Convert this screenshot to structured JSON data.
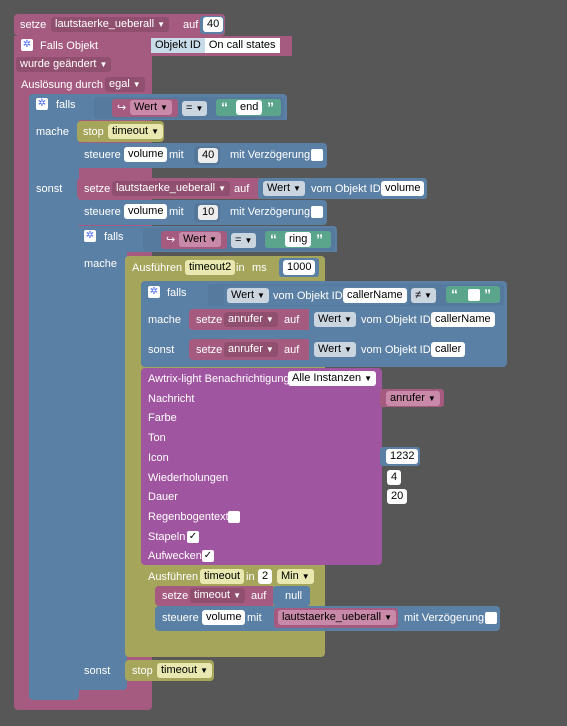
{
  "set_top": {
    "label": "setze",
    "var": "lautstaerke_ueberall",
    "in": "auf",
    "value": "40"
  },
  "trigger": {
    "label": "Falls Objekt",
    "obj_label": "Objekt ID",
    "obj_value": "On call states",
    "changed": "wurde geändert",
    "auslosung": "Auslösung durch",
    "egal": "egal"
  },
  "if1": {
    "falls": "falls",
    "wert": "Wert",
    "op": "=",
    "str": "end",
    "mache": "mache",
    "sonst": "sonst"
  },
  "stop1": {
    "label": "stop",
    "target": "timeout"
  },
  "steuere1": {
    "label": "steuere",
    "var": "volume",
    "mit": "mit",
    "value": "40",
    "delay": "mit Verzögerung"
  },
  "set2": {
    "label": "setze",
    "var": "lautstaerke_ueberall",
    "auf": "auf",
    "wert": "Wert",
    "vom": "vom Objekt ID",
    "obj": "volume"
  },
  "steuere2": {
    "label": "steuere",
    "var": "volume",
    "mit": "mit",
    "value": "10",
    "delay": "mit Verzögerung"
  },
  "if2": {
    "falls": "falls",
    "wert": "Wert",
    "op": "=",
    "str": "ring",
    "mache": "mache",
    "sonst": "sonst"
  },
  "timeout2": {
    "label": "Ausführen",
    "name": "timeout2",
    "in": "in",
    "unit": "ms",
    "value": "1000"
  },
  "if3": {
    "falls": "falls",
    "wert": "Wert",
    "vom": "vom Objekt ID",
    "obj": "callerName",
    "op": "≠",
    "mache": "mache",
    "sonst": "sonst"
  },
  "set3": {
    "label": "setze",
    "var": "anrufer",
    "auf": "auf",
    "wert": "Wert",
    "vom": "vom Objekt ID",
    "obj": "callerName"
  },
  "set4": {
    "label": "setze",
    "var": "anrufer",
    "auf": "auf",
    "wert": "Wert",
    "vom": "vom Objekt ID",
    "obj": "caller"
  },
  "awtrix": {
    "title": "Awtrix-light Benachrichtigung",
    "instances": "Alle Instanzen",
    "nachricht": "Nachricht",
    "nachricht_val": "anrufer",
    "farbe": "Farbe",
    "ton": "Ton",
    "icon": "Icon",
    "icon_val": "1232",
    "wdh": "Wiederholungen",
    "wdh_val": "4",
    "dauer": "Dauer",
    "dauer_val": "20",
    "regen": "Regenbogentext",
    "stapeln": "Stapeln",
    "aufwecken": "Aufwecken",
    "check": "✓"
  },
  "timeout": {
    "label": "Ausführen",
    "name": "timeout",
    "in": "in",
    "value": "2",
    "unit": "Min"
  },
  "set5": {
    "label": "setze",
    "var": "timeout",
    "auf": "auf",
    "value": "null"
  },
  "steuere3": {
    "label": "steuere",
    "var": "volume",
    "mit": "mit",
    "value": "lautstaerke_ueberall",
    "delay": "mit Verzögerung"
  },
  "stop2": {
    "label": "stop",
    "target": "timeout"
  },
  "icons": {
    "gear": "gear-icon",
    "arrow": "arrow-icon",
    "dropdown": "chevron-down-icon"
  }
}
